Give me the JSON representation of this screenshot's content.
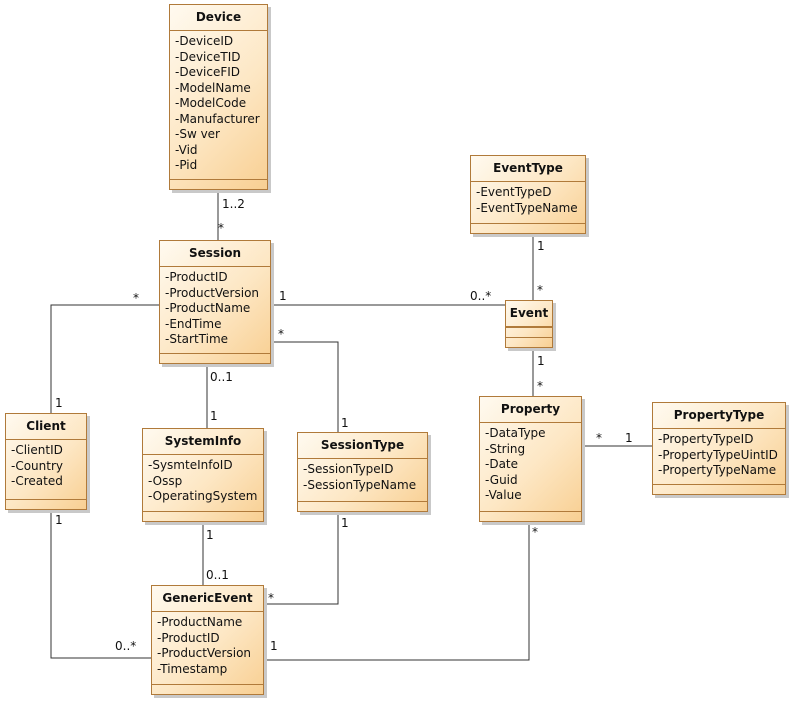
{
  "classes": {
    "device": {
      "name": "Device",
      "attributes": [
        "-DeviceID",
        "-DeviceTID",
        "-DeviceFID",
        "-ModelName",
        "-ModelCode",
        "-Manufacturer",
        "-Sw ver",
        "-Vid",
        "-Pid"
      ]
    },
    "session": {
      "name": "Session",
      "attributes": [
        "-ProductID",
        "-ProductVersion",
        "-ProductName",
        "-EndTime",
        "-StartTime"
      ]
    },
    "client": {
      "name": "Client",
      "attributes": [
        "-ClientID",
        "-Country",
        "-Created"
      ]
    },
    "systeminfo": {
      "name": "SystemInfo",
      "attributes": [
        "-SysmteInfoID",
        "-Ossp",
        "-OperatingSystem"
      ]
    },
    "sessiontype": {
      "name": "SessionType",
      "attributes": [
        "-SessionTypeID",
        "-SessionTypeName"
      ]
    },
    "genericevent": {
      "name": "GenericEvent",
      "attributes": [
        "-ProductName",
        "-ProductID",
        "-ProductVersion",
        "-Timestamp"
      ]
    },
    "eventtype": {
      "name": "EventType",
      "attributes": [
        "-EventTypeD",
        "-EventTypeName"
      ]
    },
    "event": {
      "name": "Event",
      "attributes": []
    },
    "property": {
      "name": "Property",
      "attributes": [
        "-DataType",
        "-String",
        "-Date",
        "-Guid",
        "-Value"
      ]
    },
    "propertytype": {
      "name": "PropertyType",
      "attributes": [
        "-PropertyTypeID",
        "-PropertyTypeUintID",
        "-PropertyTypeName"
      ]
    }
  },
  "associations": [
    {
      "from": "device",
      "to": "session",
      "from_mult": "1..2",
      "to_mult": "*"
    },
    {
      "from": "session",
      "to": "event",
      "from_mult": "1",
      "to_mult": "0..*"
    },
    {
      "from": "session",
      "to": "client",
      "from_mult": "*",
      "to_mult": "1"
    },
    {
      "from": "session",
      "to": "systeminfo",
      "from_mult": "0..1",
      "to_mult": "1"
    },
    {
      "from": "session",
      "to": "sessiontype",
      "from_mult": "*",
      "to_mult": "1"
    },
    {
      "from": "eventtype",
      "to": "event",
      "from_mult": "1",
      "to_mult": "*"
    },
    {
      "from": "event",
      "to": "property",
      "from_mult": "1",
      "to_mult": "*"
    },
    {
      "from": "property",
      "to": "propertytype",
      "from_mult": "*",
      "to_mult": "1"
    },
    {
      "from": "client",
      "to": "genericevent",
      "from_mult": "1",
      "to_mult": "0..*"
    },
    {
      "from": "systeminfo",
      "to": "genericevent",
      "from_mult": "1",
      "to_mult": "0..1"
    },
    {
      "from": "sessiontype",
      "to": "genericevent",
      "from_mult": "1",
      "to_mult": "*"
    },
    {
      "from": "property",
      "to": "genericevent",
      "from_mult": "*",
      "to_mult": "1"
    }
  ]
}
